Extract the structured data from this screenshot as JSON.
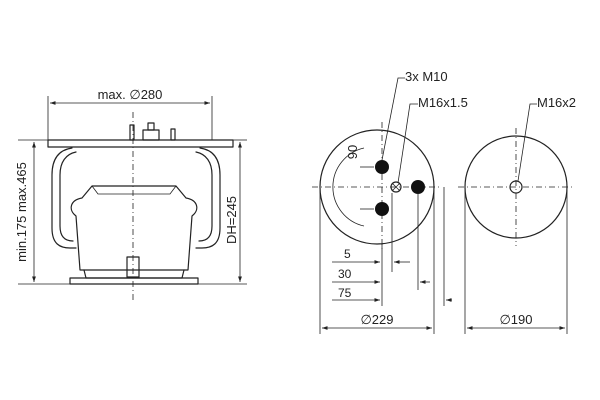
{
  "side_view": {
    "width_label": "max. ∅280",
    "height_range_label": "min.175 max.465",
    "design_height_label": "DH=245"
  },
  "top_plate": {
    "studs_label": "3x M10",
    "center_thread_label": "M16x1.5",
    "angle_label": "90",
    "offset_labels": [
      "5",
      "30",
      "75"
    ],
    "diameter_label": "∅229"
  },
  "bottom_plate": {
    "thread_label": "M16x2",
    "diameter_label": "∅190"
  },
  "colors": {
    "line": "#222222",
    "background": "#ffffff"
  }
}
